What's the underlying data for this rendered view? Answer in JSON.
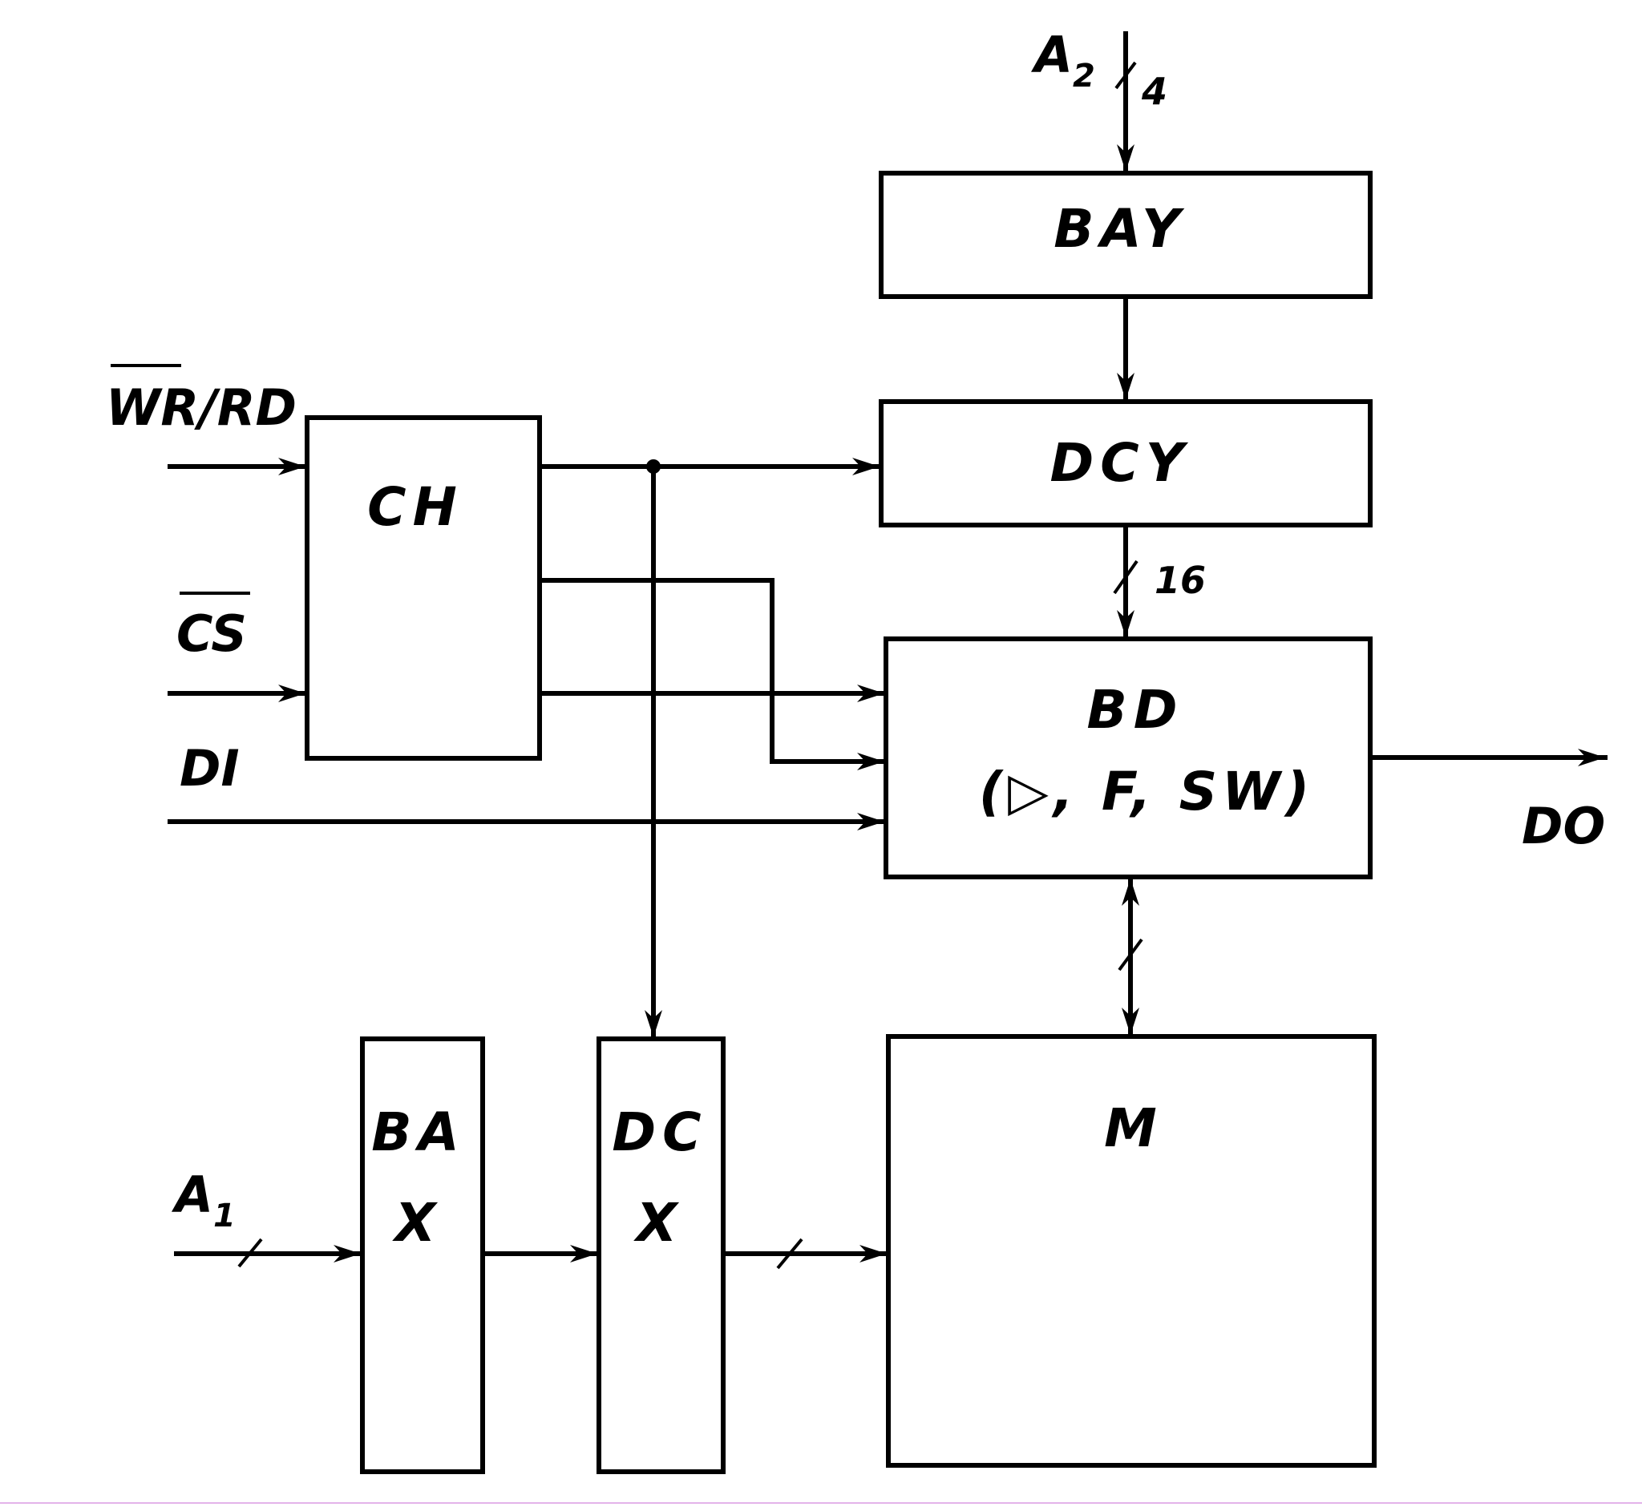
{
  "blocks": {
    "bay": "BAY",
    "dcy": "DCY",
    "ch": "CH",
    "bd_name": "BD",
    "bd_sub": "(▷, F, SW)",
    "m": "M",
    "bax_top": "BA",
    "bax_bottom": "X",
    "dcx_top": "DC",
    "dcx_bottom": "X"
  },
  "signals": {
    "a2": "A",
    "a2_sub": "2",
    "a2_width": "4",
    "wr_rd": "WR",
    "wr_rd_rest": "/RD",
    "cs": "CS",
    "di": "DI",
    "do": "DO",
    "a1": "A",
    "a1_sub": "1",
    "bus16": "16"
  }
}
